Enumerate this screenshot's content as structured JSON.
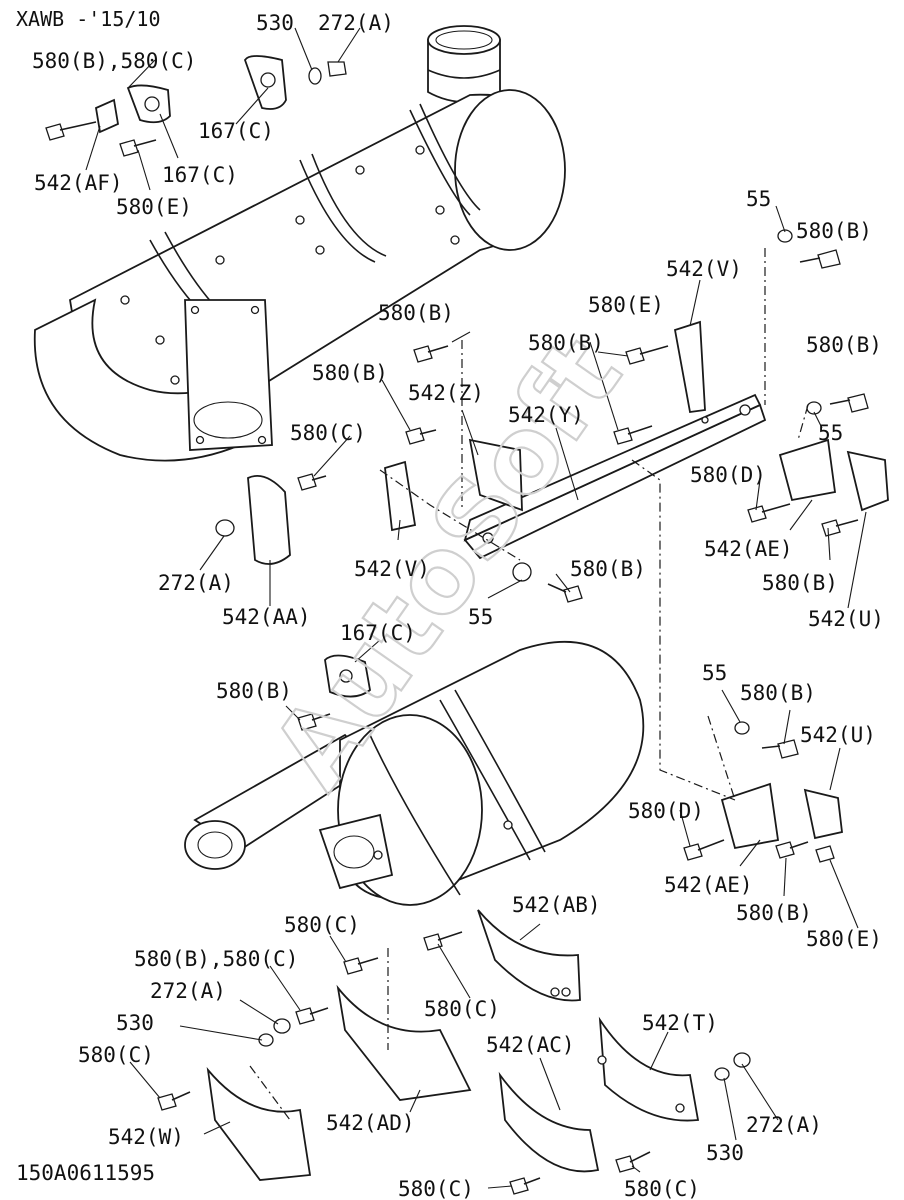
{
  "header": "XAWB -'15/10",
  "footer_code": "150A0611595",
  "watermark": "AutoSoft",
  "callouts": [
    {
      "id": "c01",
      "text": "530"
    },
    {
      "id": "c02",
      "text": "272(A)"
    },
    {
      "id": "c03",
      "text": "580(B),580(C)"
    },
    {
      "id": "c04",
      "text": "167(C)"
    },
    {
      "id": "c05",
      "text": "167(C)"
    },
    {
      "id": "c06",
      "text": "542(AF)"
    },
    {
      "id": "c07",
      "text": "580(E)"
    },
    {
      "id": "c08",
      "text": "55"
    },
    {
      "id": "c09",
      "text": "580(B)"
    },
    {
      "id": "c10",
      "text": "542(V)"
    },
    {
      "id": "c11",
      "text": "580(E)"
    },
    {
      "id": "c12",
      "text": "580(B)"
    },
    {
      "id": "c13",
      "text": "580(B)"
    },
    {
      "id": "c14",
      "text": "580(B)"
    },
    {
      "id": "c15",
      "text": "580(B)"
    },
    {
      "id": "c16",
      "text": "542(Z)"
    },
    {
      "id": "c17",
      "text": "542(Y)"
    },
    {
      "id": "c18",
      "text": "55"
    },
    {
      "id": "c19",
      "text": "580(C)"
    },
    {
      "id": "c20",
      "text": "580(D)"
    },
    {
      "id": "c21",
      "text": "542(AE)"
    },
    {
      "id": "c22",
      "text": "580(B)"
    },
    {
      "id": "c23",
      "text": "542(U)"
    },
    {
      "id": "c24",
      "text": "272(A)"
    },
    {
      "id": "c25",
      "text": "542(V)"
    },
    {
      "id": "c26",
      "text": "580(B)"
    },
    {
      "id": "c27",
      "text": "542(AA)"
    },
    {
      "id": "c28",
      "text": "55"
    },
    {
      "id": "c29",
      "text": "167(C)"
    },
    {
      "id": "c30",
      "text": "580(B)"
    },
    {
      "id": "c31",
      "text": "55"
    },
    {
      "id": "c32",
      "text": "580(B)"
    },
    {
      "id": "c33",
      "text": "542(U)"
    },
    {
      "id": "c34",
      "text": "580(D)"
    },
    {
      "id": "c35",
      "text": "542(AE)"
    },
    {
      "id": "c36",
      "text": "580(B)"
    },
    {
      "id": "c37",
      "text": "580(E)"
    },
    {
      "id": "c38",
      "text": "580(C)"
    },
    {
      "id": "c39",
      "text": "542(AB)"
    },
    {
      "id": "c40",
      "text": "580(B),580(C)"
    },
    {
      "id": "c41",
      "text": "272(A)"
    },
    {
      "id": "c42",
      "text": "580(C)"
    },
    {
      "id": "c43",
      "text": "530"
    },
    {
      "id": "c44",
      "text": "542(T)"
    },
    {
      "id": "c45",
      "text": "580(C)"
    },
    {
      "id": "c46",
      "text": "542(AC)"
    },
    {
      "id": "c47",
      "text": "542(W)"
    },
    {
      "id": "c48",
      "text": "542(AD)"
    },
    {
      "id": "c49",
      "text": "272(A)"
    },
    {
      "id": "c50",
      "text": "530"
    },
    {
      "id": "c51",
      "text": "580(C)"
    },
    {
      "id": "c52",
      "text": "580(C)"
    }
  ]
}
